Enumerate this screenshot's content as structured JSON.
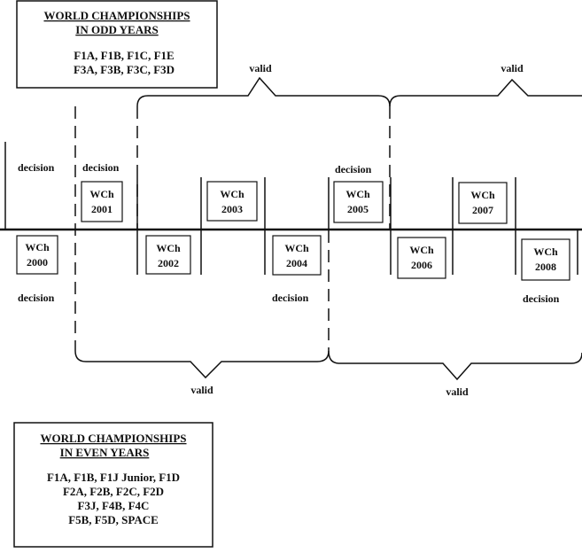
{
  "odd_box": {
    "title_line1": "WORLD CHAMPIONSHIPS",
    "title_line2": "IN ODD YEARS",
    "classes_line1": "F1A, F1B, F1C, F1E",
    "classes_line2": "F3A, F3B, F3C, F3D"
  },
  "even_box": {
    "title_line1": "WORLD CHAMPIONSHIPS",
    "title_line2": "IN EVEN YEARS",
    "classes_line1": "F1A, F1B, F1J Junior, F1D",
    "classes_line2": "F2A, F2B, F2C, F2D",
    "classes_line3": "F3J, F4B, F4C",
    "classes_line4": "F5B, F5D, SPACE"
  },
  "labels": {
    "valid": "valid",
    "decision": "decision",
    "wch": "WCh"
  },
  "years": [
    "2000",
    "2001",
    "2002",
    "2003",
    "2004",
    "2005",
    "2006",
    "2007",
    "2008"
  ]
}
